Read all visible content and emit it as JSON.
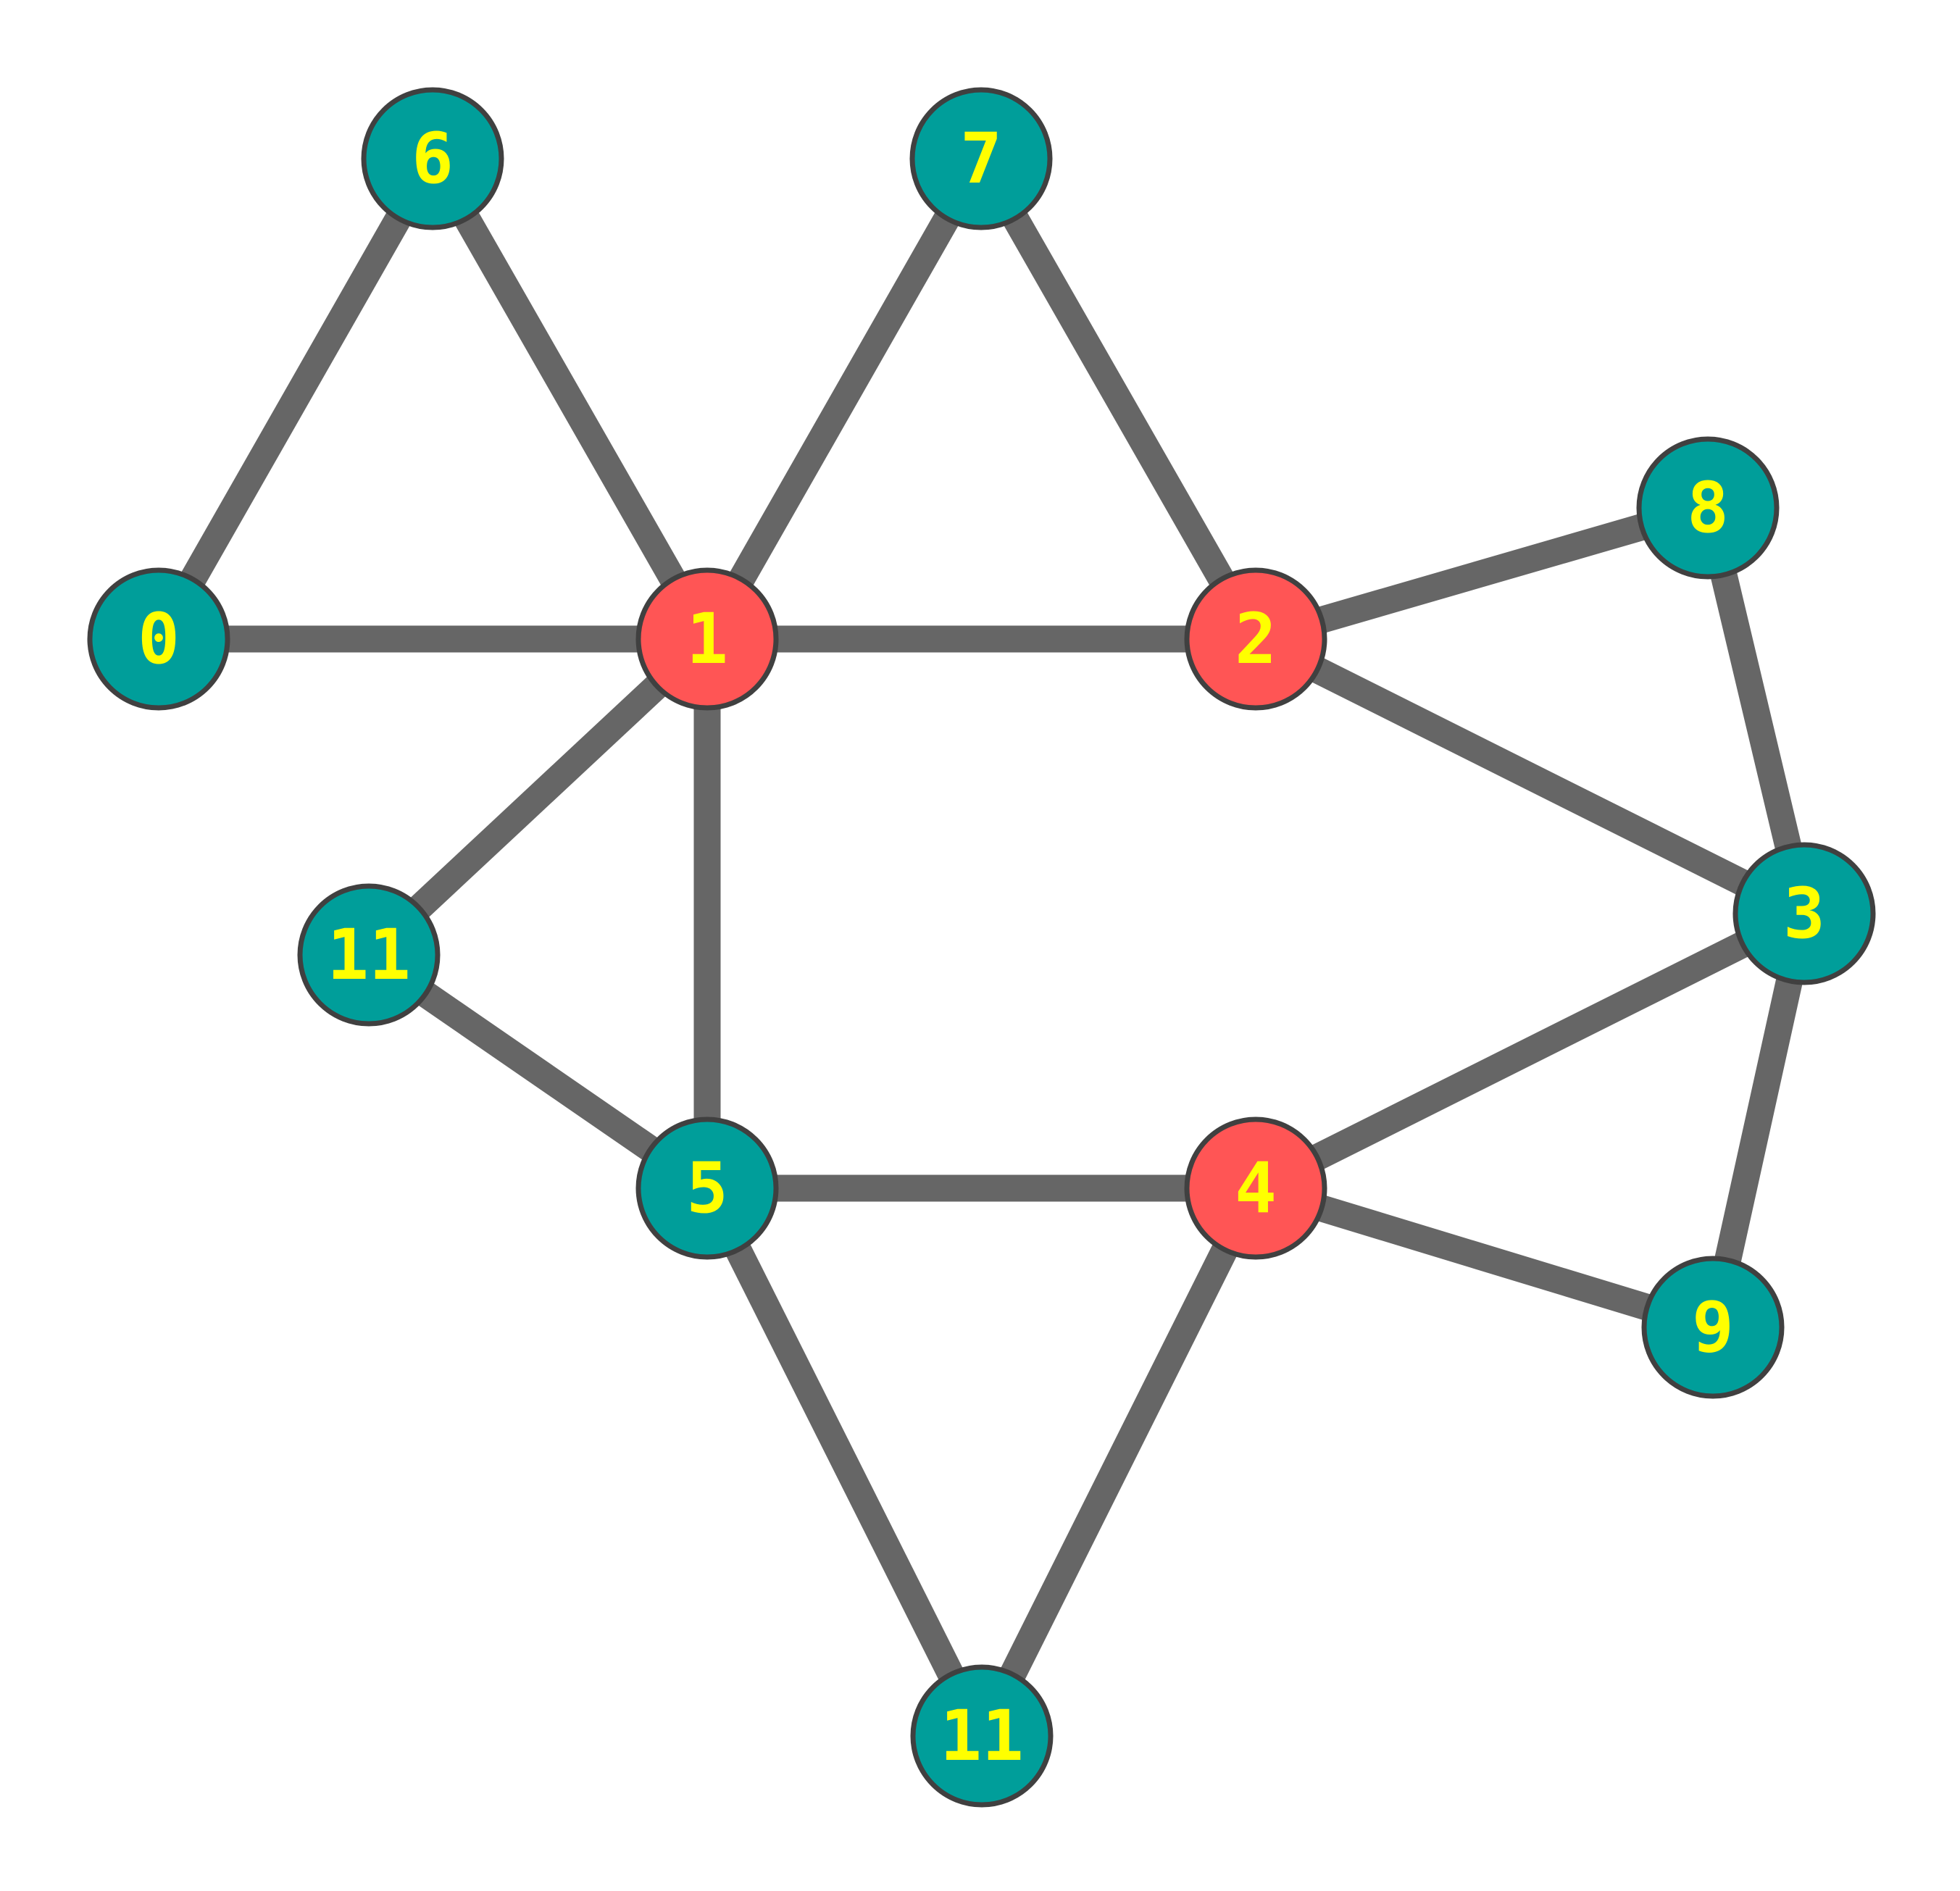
{
  "colors": {
    "background": "#ffffff",
    "edge": "#666666",
    "node_outline": "#404040",
    "node_default": "#009e9a",
    "node_highlight": "#ff5555",
    "label_text": "#ffff00"
  },
  "nodes": [
    {
      "id": "n0",
      "label": "0",
      "highlight": false
    },
    {
      "id": "n1",
      "label": "1",
      "highlight": true
    },
    {
      "id": "n2",
      "label": "2",
      "highlight": true
    },
    {
      "id": "n3",
      "label": "3",
      "highlight": false
    },
    {
      "id": "n4",
      "label": "4",
      "highlight": true
    },
    {
      "id": "n5",
      "label": "5",
      "highlight": false
    },
    {
      "id": "n6",
      "label": "6",
      "highlight": false
    },
    {
      "id": "n7",
      "label": "7",
      "highlight": false
    },
    {
      "id": "n8",
      "label": "8",
      "highlight": false
    },
    {
      "id": "n9",
      "label": "9",
      "highlight": false
    },
    {
      "id": "n11a",
      "label": "11",
      "highlight": false
    },
    {
      "id": "n11b",
      "label": "11",
      "highlight": false
    }
  ],
  "edges": [
    {
      "from": "n0",
      "to": "n6"
    },
    {
      "from": "n0",
      "to": "n1"
    },
    {
      "from": "n6",
      "to": "n1"
    },
    {
      "from": "n7",
      "to": "n1"
    },
    {
      "from": "n7",
      "to": "n2"
    },
    {
      "from": "n1",
      "to": "n2"
    },
    {
      "from": "n1",
      "to": "n11a"
    },
    {
      "from": "n1",
      "to": "n5"
    },
    {
      "from": "n11a",
      "to": "n5"
    },
    {
      "from": "n2",
      "to": "n8"
    },
    {
      "from": "n2",
      "to": "n3"
    },
    {
      "from": "n8",
      "to": "n3"
    },
    {
      "from": "n3",
      "to": "n4"
    },
    {
      "from": "n3",
      "to": "n9"
    },
    {
      "from": "n4",
      "to": "n9"
    },
    {
      "from": "n5",
      "to": "n4"
    },
    {
      "from": "n5",
      "to": "n11b"
    },
    {
      "from": "n4",
      "to": "n11b"
    }
  ]
}
